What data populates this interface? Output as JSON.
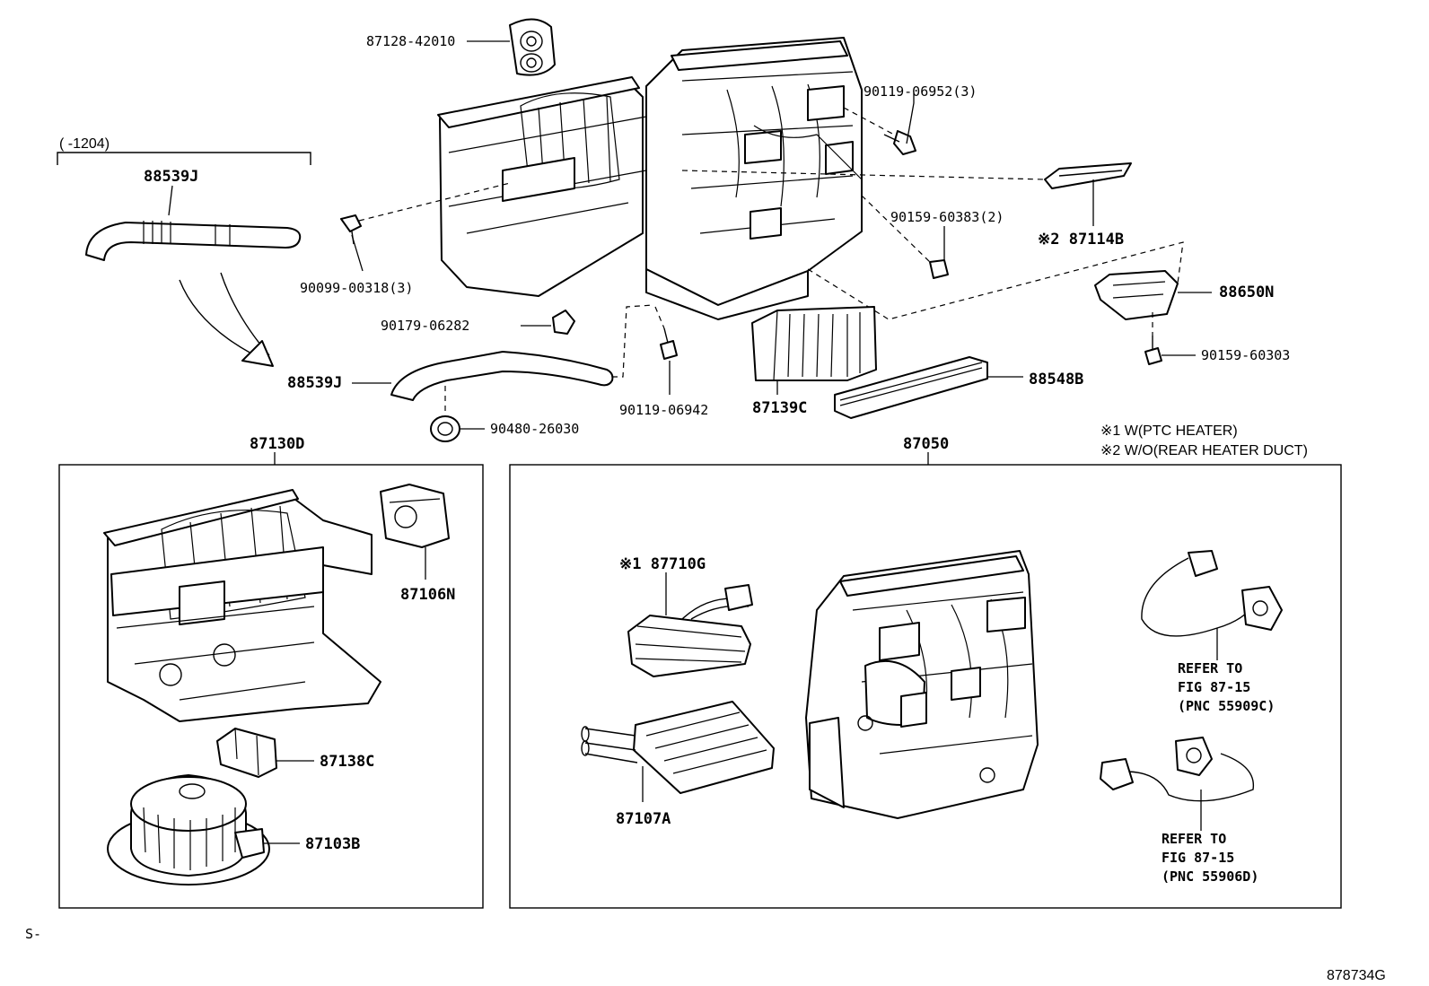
{
  "labels": {
    "p87128": "87128-42010",
    "p90119a": "90119-06952(3)",
    "p1204": "(     -1204)",
    "p88539j_top": "88539J",
    "p90159a": "90159-60383(2)",
    "p87114b": "※2 87114B",
    "p90099": "90099-00318(3)",
    "p88650n": "88650N",
    "p90179": "90179-06282",
    "p90159b": "90159-60303",
    "p88539j_mid": "88539J",
    "p88548b": "88548B",
    "p90119b": "90119-06942",
    "p87139c": "87139C",
    "p90480": "90480-26030",
    "note1": "※1 W(PTC HEATER)",
    "note2": "※2 W/O(REAR HEATER DUCT)",
    "p87130d": "87130D",
    "p87050": "87050",
    "p87106n": "87106N",
    "p87710g": "※1 87710G",
    "p87138c": "87138C",
    "p87107a": "87107A",
    "p87103b": "87103B",
    "ref1_a": "REFER TO",
    "ref1_b": "FIG 87-15",
    "ref1_c": "(PNC 55909C)",
    "ref2_a": "REFER TO",
    "ref2_b": "FIG 87-15",
    "ref2_c": "(PNC 55906D)",
    "corner_left": "S-",
    "corner_right": "878734G"
  }
}
